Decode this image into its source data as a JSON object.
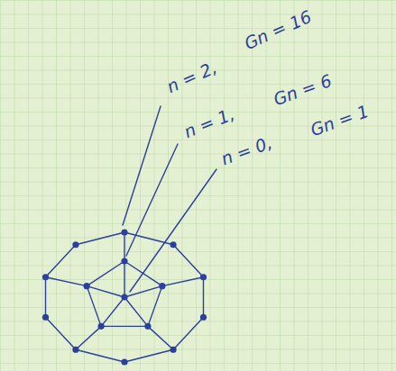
{
  "diagram": {
    "labels": [
      "n = 2,",
      "Gn = 16",
      "n = 1,",
      "Gn = 6",
      "n = 0,",
      "Gn = 1"
    ]
  }
}
